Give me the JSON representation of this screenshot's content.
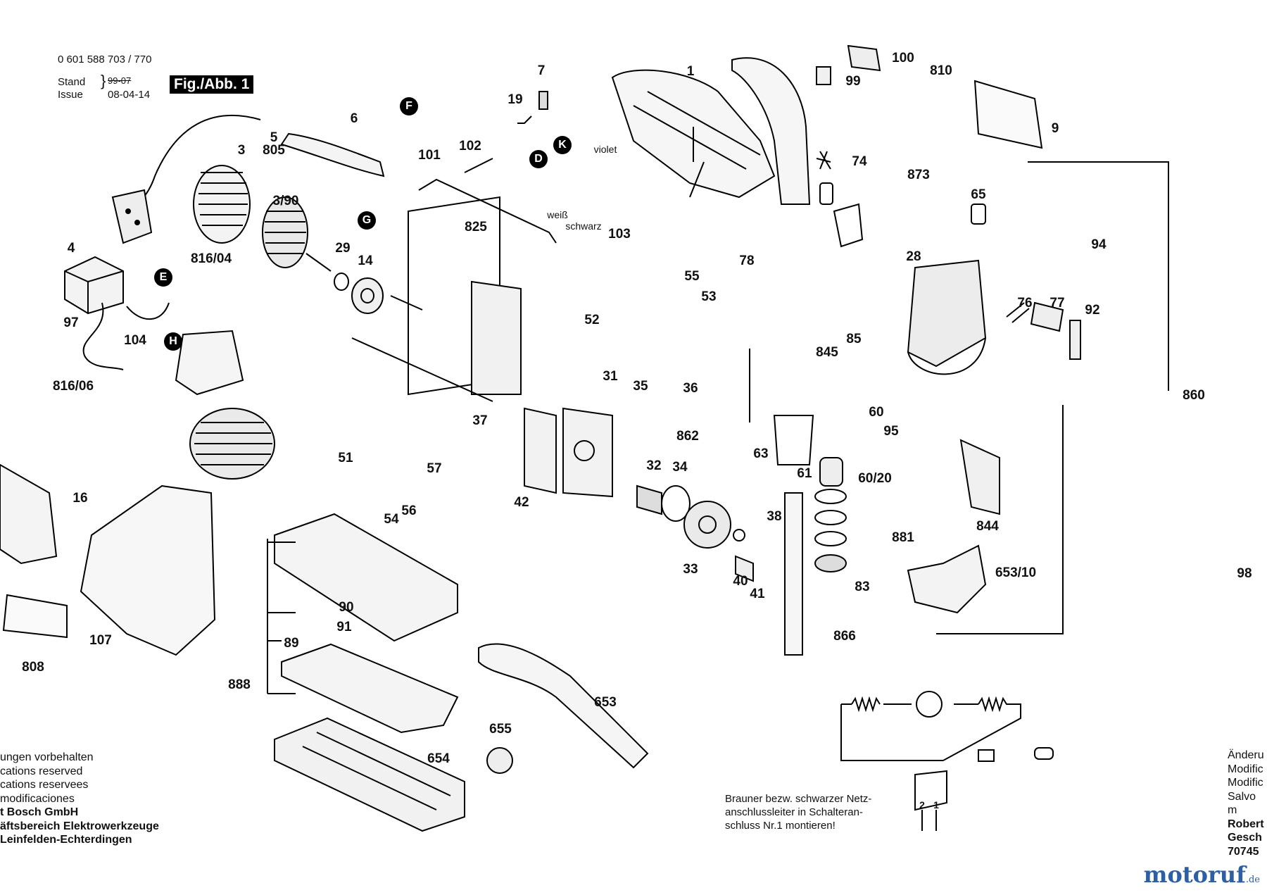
{
  "header": {
    "part_number": "0 601 588 703 / 770",
    "stand_label": "Stand",
    "issue_label": "Issue",
    "struck_date": "99-07",
    "issue_date": "08-04-14",
    "figure_tag": "Fig./Abb. 1"
  },
  "wire_labels": {
    "violet": "violet",
    "white": "weiß",
    "black": "schwarz"
  },
  "connector_letters": [
    "F",
    "G",
    "D",
    "E",
    "H",
    "K"
  ],
  "part_labels": [
    "1",
    "3",
    "3/90",
    "4",
    "5",
    "805",
    "6",
    "7",
    "9",
    "14",
    "16",
    "19",
    "28",
    "29",
    "31",
    "32",
    "33",
    "34",
    "35",
    "36",
    "37",
    "38",
    "40",
    "41",
    "42",
    "51",
    "52",
    "53",
    "54",
    "55",
    "56",
    "57",
    "60",
    "60/20",
    "61",
    "63",
    "65",
    "74",
    "76",
    "77",
    "78",
    "83",
    "85",
    "845",
    "89",
    "90",
    "91",
    "92",
    "94",
    "95",
    "97",
    "98",
    "99",
    "100",
    "810",
    "101",
    "102",
    "103",
    "104",
    "107",
    "653",
    "653/10",
    "654",
    "655",
    "808",
    "816/04",
    "816/06",
    "825",
    "844",
    "860",
    "862",
    "866",
    "873",
    "881",
    "888"
  ],
  "footer_left": [
    "ungen vorbehalten",
    "cations reserved",
    "cations reservees",
    "modificaciones",
    "t Bosch GmbH",
    "äftsbereich Elektrowerkzeuge",
    "Leinfelden-Echterdingen"
  ],
  "footer_right": [
    "Änderu",
    "Modific",
    "Modific",
    "Salvo m",
    "Robert",
    "Gesch",
    "70745"
  ],
  "wiring_note": [
    "Brauner bezw. schwarzer Netz-",
    "anschlussleiter in Schalteran-",
    "schluss Nr.1 montieren!"
  ],
  "terminal_numbers": [
    "2",
    "1"
  ],
  "watermark": {
    "name": "motoruf",
    "tld": ".de",
    "color": "#2d5fa5"
  }
}
